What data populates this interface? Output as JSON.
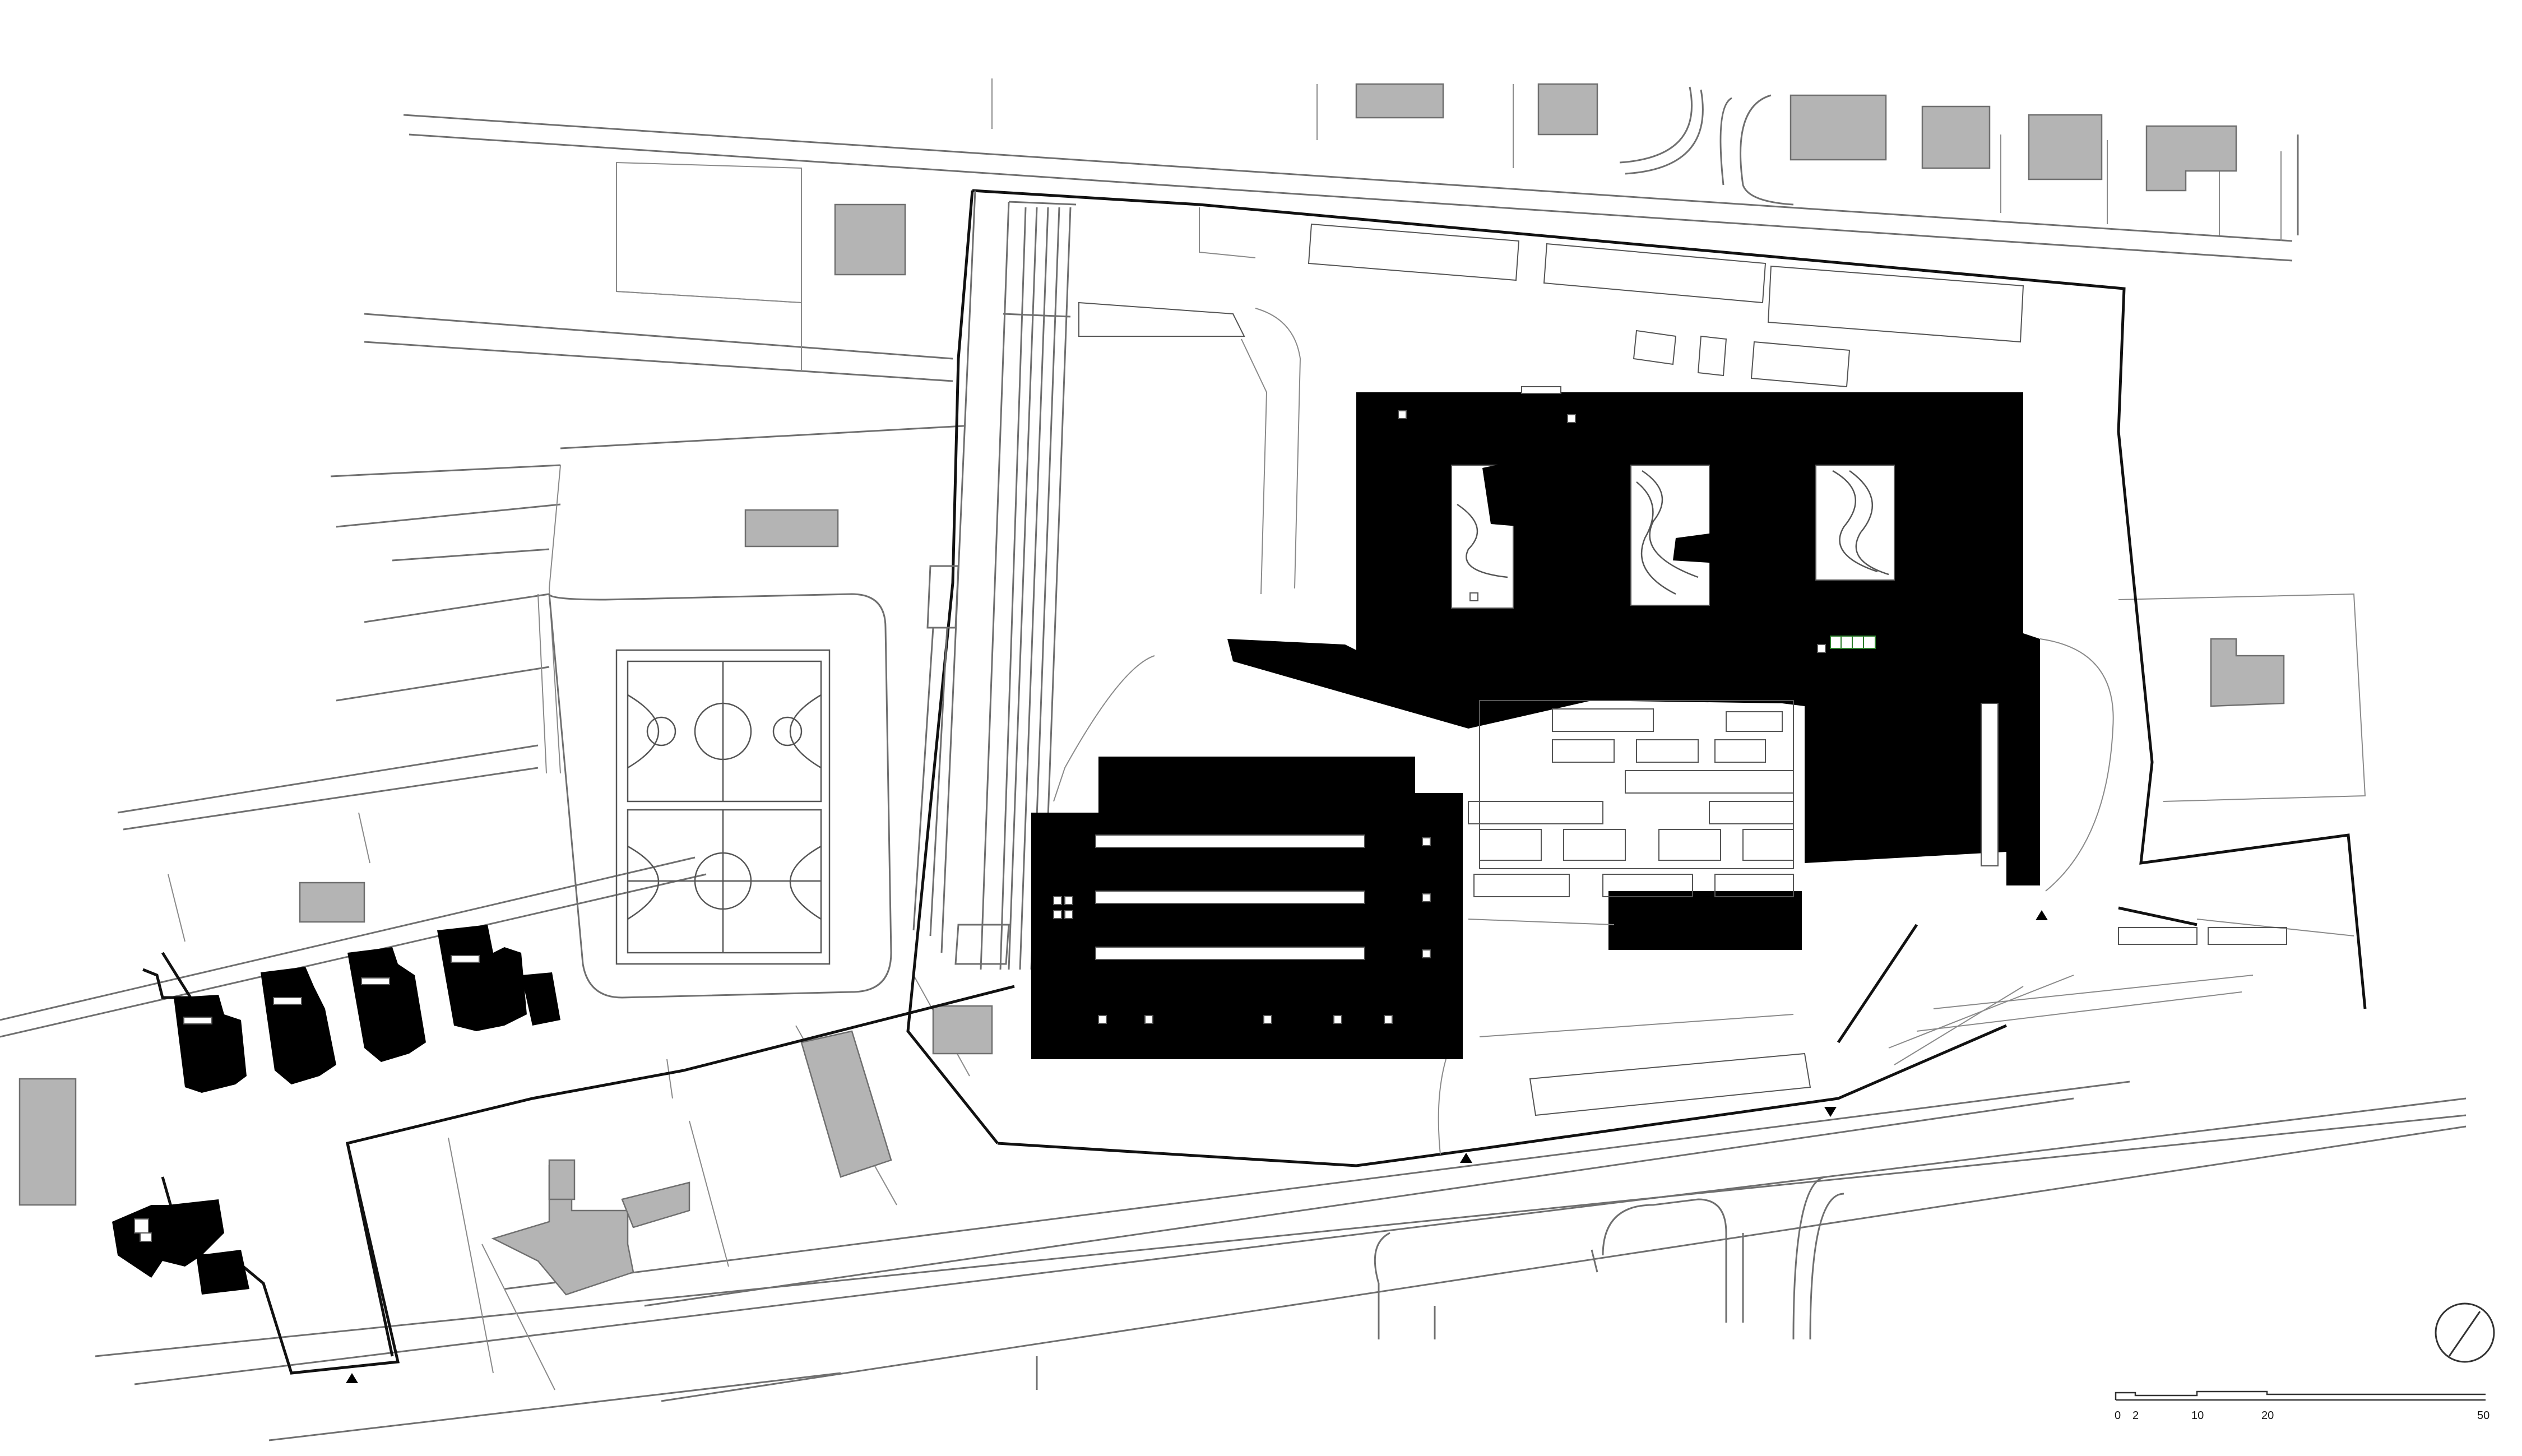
{
  "scale_bar": {
    "labels": [
      "0",
      "2",
      "10",
      "20",
      "50"
    ]
  },
  "north_arrow": {
    "icon": "north-arrow-icon"
  },
  "entrances": {
    "icon": "entrance-triangle-icon"
  },
  "colors": {
    "buildings_new": "#000000",
    "buildings_existing": "#b4b4b4",
    "linework": "#6f6f6f",
    "background": "#ffffff"
  }
}
